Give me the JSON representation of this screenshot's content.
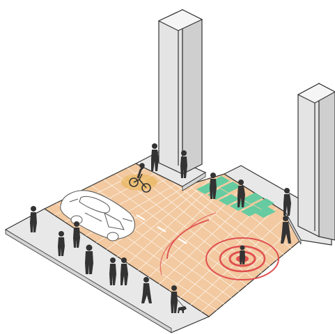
{
  "scene": {
    "colors": {
      "background": "#ffffff",
      "sidewalk": "#e8e8e8",
      "curb_side": "#d4d4d4",
      "road": "#f2c9a0",
      "road_grid": "#ffffff",
      "tower_front": "#e4e4e4",
      "tower_side": "#cfcfcf",
      "tower_top": "#f5f5f5",
      "outline": "#333333",
      "people": "#333333",
      "crosswalk": "#5fcca0",
      "alert_rings": "#e05050",
      "alert_center": "#e05050",
      "bike_halo": "#e8b14a",
      "lane_marks": "#ffffff"
    },
    "elements": [
      "two-towers",
      "road-grid",
      "crosswalk",
      "autonomous-car",
      "cyclist",
      "pedestrians",
      "alert-rings",
      "dog-walker"
    ],
    "icons": {
      "car": "car-icon",
      "cyclist": "cyclist-icon",
      "pedestrian": "pedestrian-icon",
      "alert": "alert-rings-icon",
      "crosswalk": "crosswalk-icon",
      "dog": "dog-icon"
    }
  }
}
